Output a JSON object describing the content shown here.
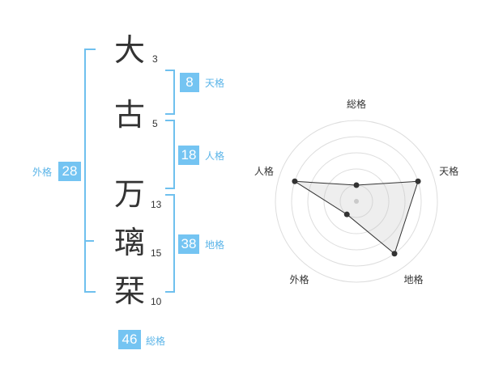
{
  "name": {
    "characters": [
      {
        "char": "大",
        "strokes": "3"
      },
      {
        "char": "古",
        "strokes": "5"
      },
      {
        "char": "万",
        "strokes": "13"
      },
      {
        "char": "璃",
        "strokes": "15"
      },
      {
        "char": "栞",
        "strokes": "10"
      }
    ]
  },
  "fortunes": {
    "tenkaku": {
      "value": "8",
      "label": "天格"
    },
    "jinkaku": {
      "value": "18",
      "label": "人格"
    },
    "chikaku": {
      "value": "38",
      "label": "地格"
    },
    "gaikaku": {
      "value": "28",
      "label": "外格"
    },
    "soukaku": {
      "value": "46",
      "label": "総格"
    }
  },
  "colors": {
    "accent": "#74c4f2",
    "bracket": "#6fc0ee",
    "text": "#333333"
  },
  "chart_data": {
    "type": "radar",
    "axes": [
      "総格",
      "天格",
      "地格",
      "外格",
      "人格"
    ],
    "values": [
      1,
      4,
      4,
      1,
      4
    ],
    "rmax": 5
  }
}
